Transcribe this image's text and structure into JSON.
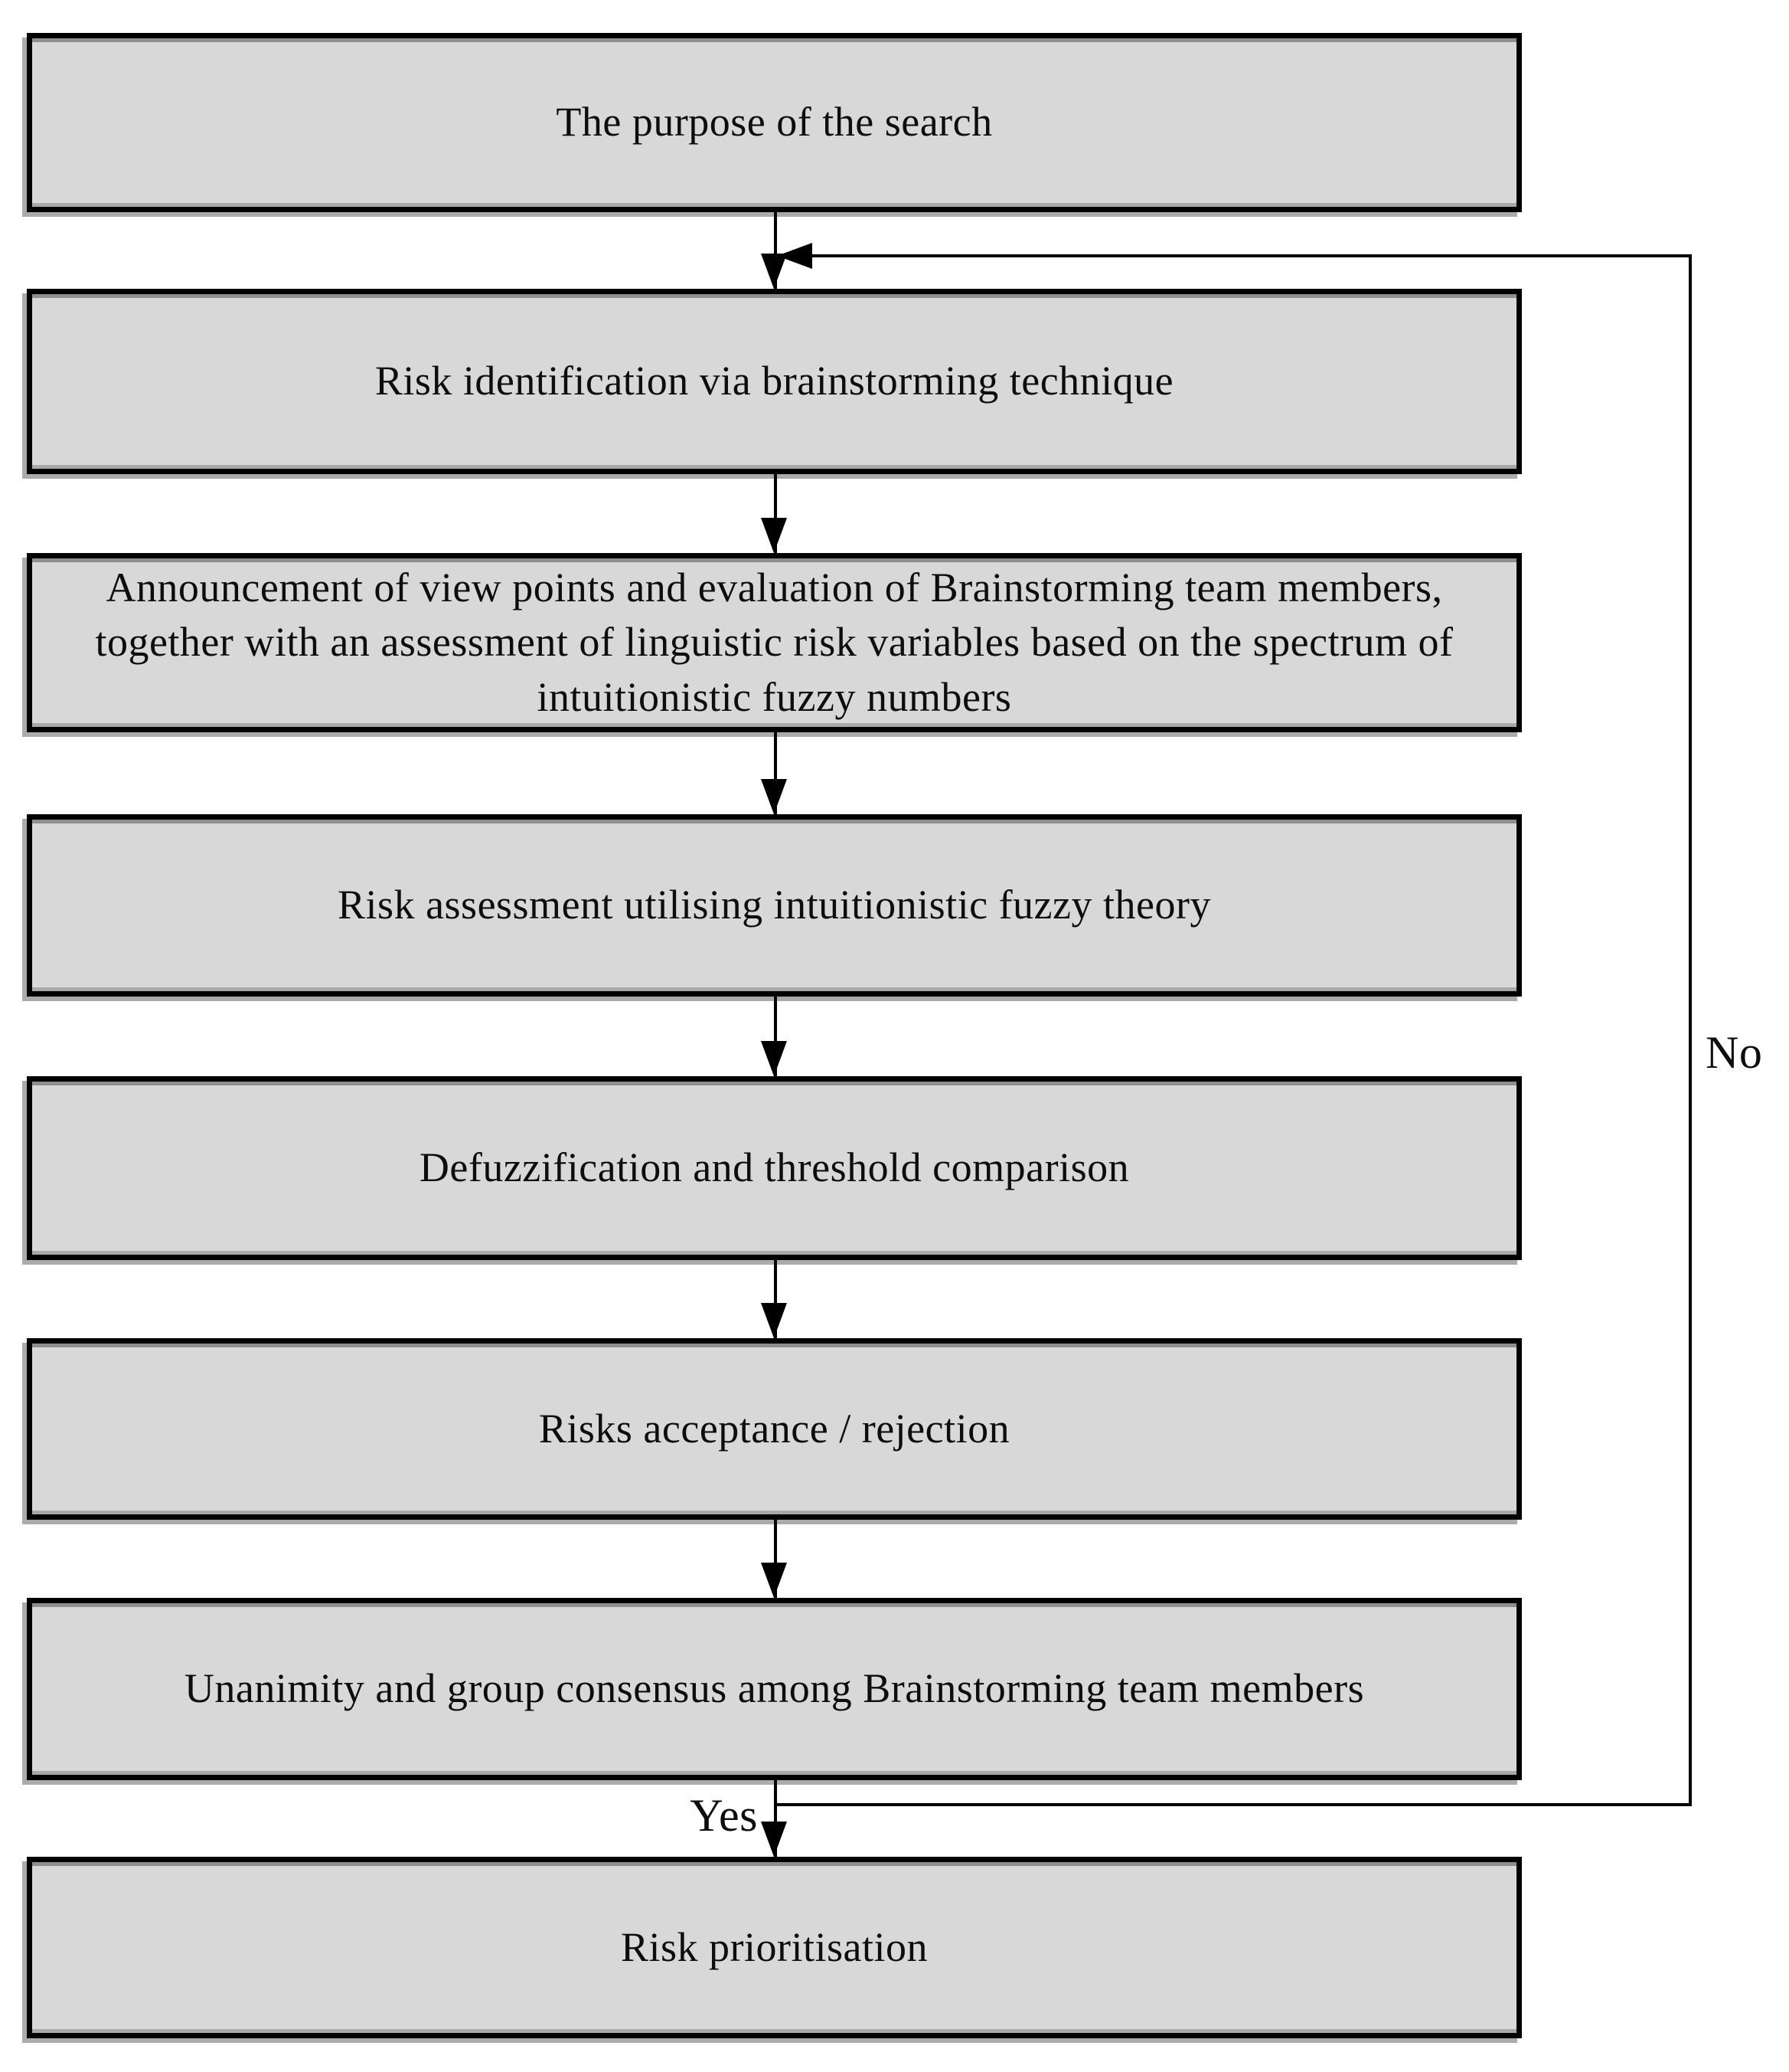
{
  "figure": {
    "type": "flowchart",
    "colors": {
      "background": "#ffffff",
      "box_fill": "#d8d8d8",
      "box_border": "#000000",
      "line": "#000000",
      "text": "#0d0d0d"
    },
    "boxes": [
      {
        "label": "The purpose of the search"
      },
      {
        "label": "Risk identification via brainstorming technique"
      },
      {
        "label": "Announcement of view points and evaluation of Brainstorming team members, together with an assessment of linguistic risk variables based on the spectrum of intuitionistic fuzzy numbers"
      },
      {
        "label": "Risk assessment utilising intuitionistic fuzzy theory"
      },
      {
        "label": "Defuzzification and threshold comparison"
      },
      {
        "label": "Risks acceptance / rejection"
      },
      {
        "label": "Unanimity and group consensus among Brainstorming team members"
      },
      {
        "label": "Risk prioritisation"
      }
    ],
    "branch_labels": {
      "yes": "Yes",
      "no": "No"
    },
    "edges": [
      {
        "from": 1,
        "to": 2
      },
      {
        "from": 2,
        "to": 3
      },
      {
        "from": 3,
        "to": 4
      },
      {
        "from": 4,
        "to": 5
      },
      {
        "from": 5,
        "to": 6
      },
      {
        "from": 6,
        "to": 7
      },
      {
        "from": 7,
        "to": 8,
        "label": "Yes"
      },
      {
        "from": 7,
        "to": 2,
        "label": "No"
      }
    ]
  }
}
